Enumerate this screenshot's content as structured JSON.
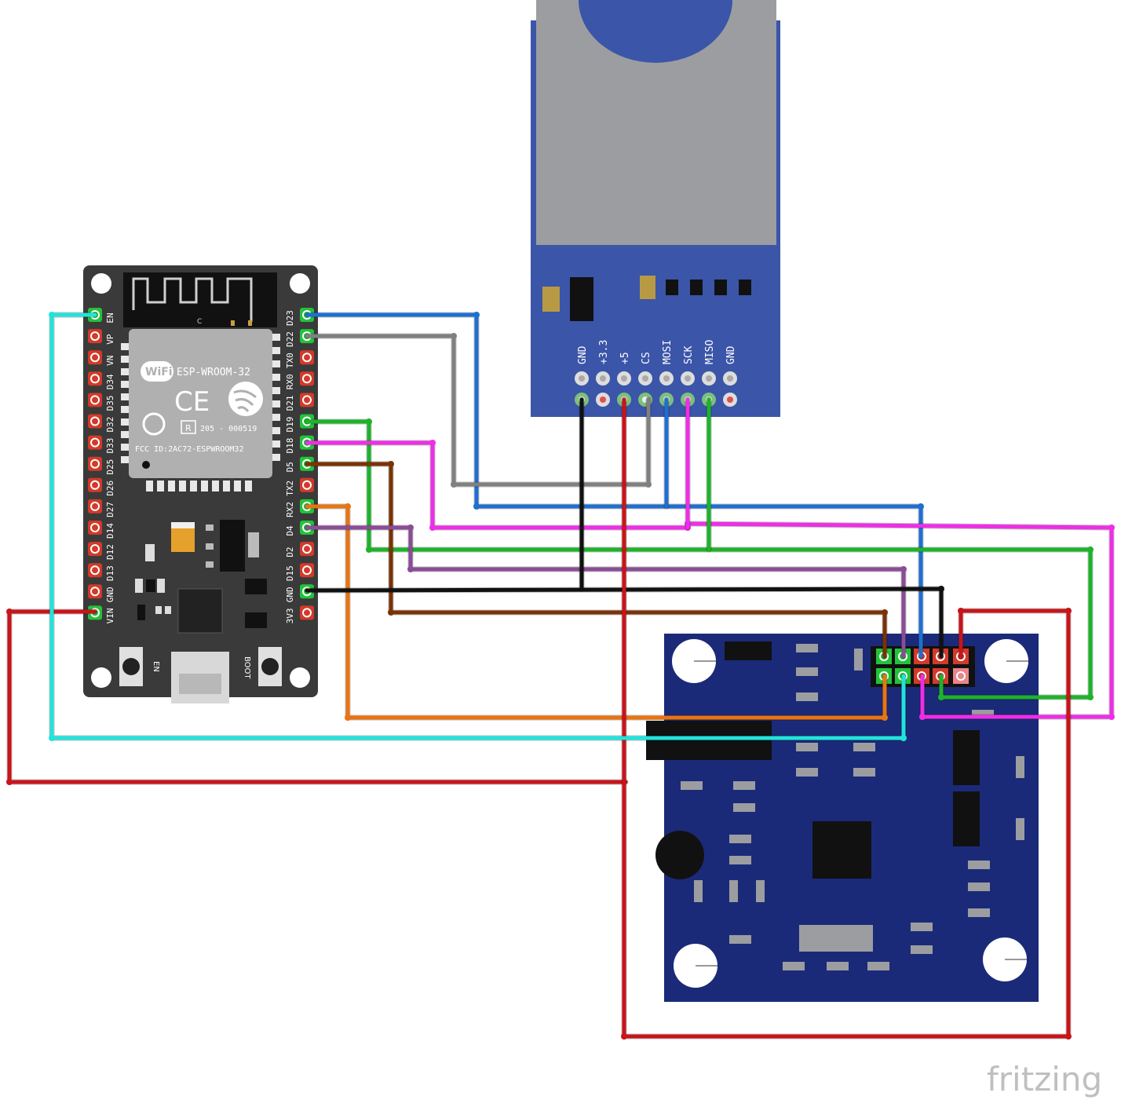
{
  "watermark": "fritzing",
  "esp32": {
    "module": "ESP-WROOM-32",
    "fcc": "FCC ID:2AC72-ESPWROOM32",
    "cert": "205 - 000519",
    "wifi": "WiFi",
    "ce": "CE",
    "antenna_mark": "C",
    "btn_en": "EN",
    "btn_boot": "BOOT",
    "left_pins": [
      "EN",
      "VP",
      "VN",
      "D34",
      "D35",
      "D32",
      "D33",
      "D25",
      "D26",
      "D27",
      "D14",
      "D12",
      "D13",
      "GND",
      "VIN"
    ],
    "right_pins": [
      "D23",
      "D22",
      "TX0",
      "RX0",
      "D21",
      "D19",
      "D18",
      "D5",
      "TX2",
      "RX2",
      "D4",
      "D2",
      "D15",
      "GND",
      "3V3"
    ]
  },
  "sd_module": {
    "pins": [
      "GND",
      "+3.3",
      "+5",
      "CS",
      "MOSI",
      "SCK",
      "MISO",
      "GND"
    ]
  },
  "wire_colors": {
    "blue": "#1f6fd0",
    "gray": "#808080",
    "green": "#1db32a",
    "magenta": "#ee2ee6",
    "brown": "#7a3306",
    "orange": "#e87412",
    "purple": "#8a4c96",
    "black": "#111111",
    "red": "#c8141a",
    "cyan": "#22e3dc"
  }
}
